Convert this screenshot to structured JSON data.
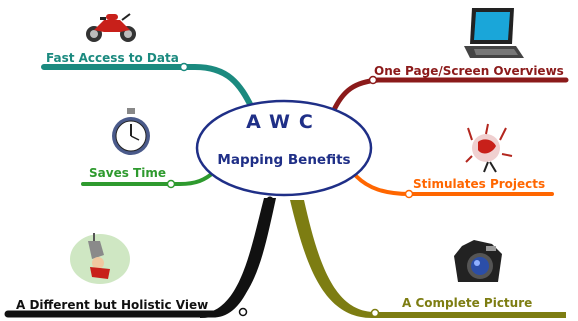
{
  "center": {
    "title": "AWC",
    "subtitle": "Mapping Benefits"
  },
  "branches": {
    "fast_access": {
      "label": "Fast Access to Data",
      "color": "#1b8a7f",
      "icon": "motorcycle-icon"
    },
    "saves_time": {
      "label": "Saves Time",
      "color": "#2e9a2e",
      "icon": "stopwatch-icon"
    },
    "holistic_view": {
      "label": "A Different but Holistic View",
      "color": "#111111",
      "icon": "hanging-person-icon"
    },
    "one_page": {
      "label": "One Page/Screen Overviews",
      "color": "#8b1a1a",
      "icon": "laptop-icon"
    },
    "stimulates": {
      "label": "Stimulates Projects",
      "color": "#ff6600",
      "icon": "brainstorm-figure-icon"
    },
    "complete_picture": {
      "label": "A Complete Picture",
      "color": "#7d7d12",
      "icon": "camera-icon"
    }
  },
  "colors": {
    "center_text": "#1f2f87",
    "center_outline": "#1f2f87"
  }
}
